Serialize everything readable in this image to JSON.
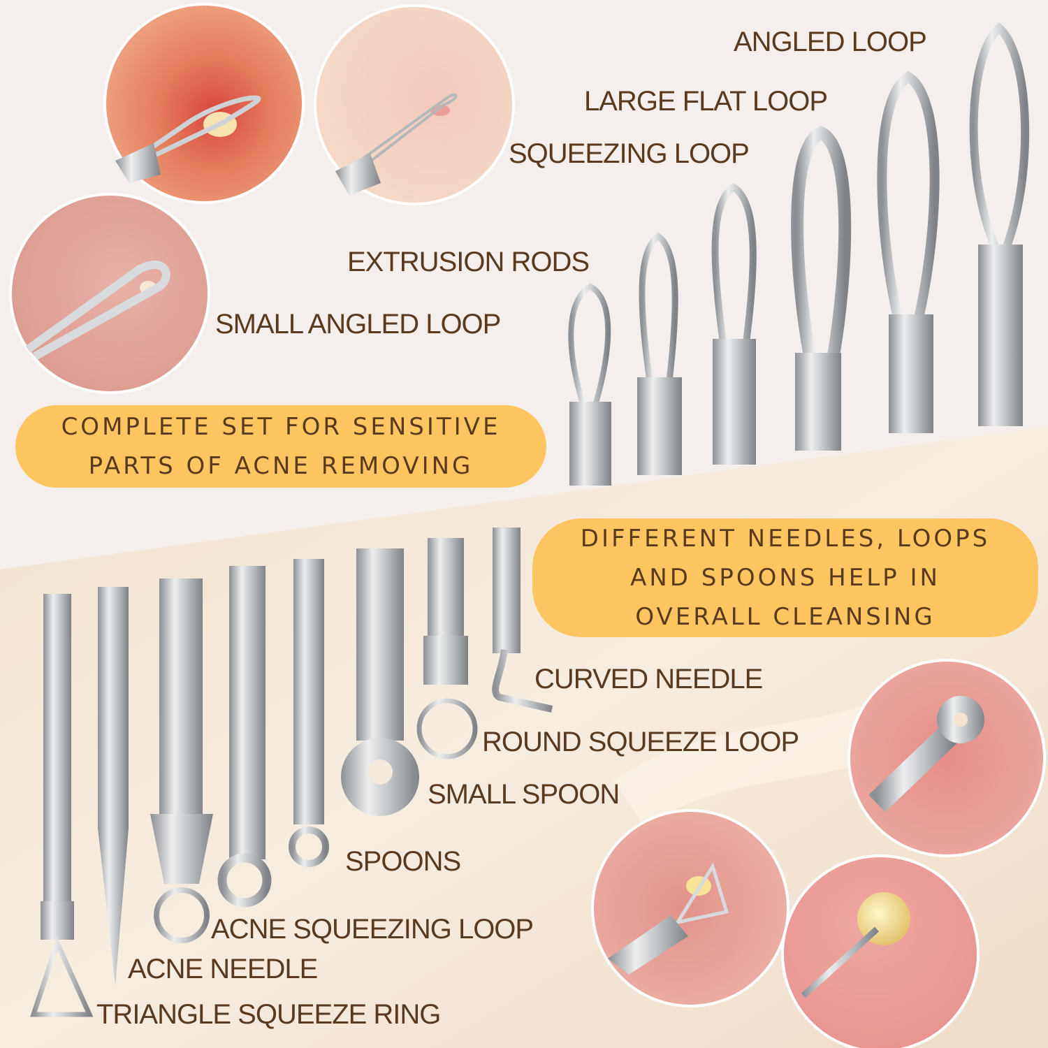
{
  "top_section": {
    "labels": {
      "angled_loop": "ANGLED LOOP",
      "large_flat_loop": "LARGE FLAT LOOP",
      "squeezing_loop": "SQUEEZING LOOP",
      "extrusion_rods": "EXTRUSION RODS",
      "small_angled_loop": "SMALL ANGLED LOOP"
    },
    "banner": {
      "line1": "COMPLETE SET FOR SENSITIVE",
      "line2": "PARTS OF ACNE REMOVING"
    }
  },
  "bottom_section": {
    "banner": {
      "line1": "DIFFERENT NEEDLES, LOOPS",
      "line2": "AND SPOONS HELP IN",
      "line3": "OVERALL CLEANSING"
    },
    "labels": {
      "curved_needle": "CURVED NEEDLE",
      "round_squeeze_loop": "ROUND SQUEEZE LOOP",
      "small_spoon": "SMALL SPOON",
      "spoons": "SPOONS",
      "acne_squeezing_loop": "ACNE SQUEEZING LOOP",
      "acne_needle": "ACNE NEEDLE",
      "triangle_squeeze_ring": "TRIANGLE SQUEEZE RING"
    }
  },
  "colors": {
    "text": "#5a3a1e",
    "banner": "#ffc561",
    "top_background": "#f4efec",
    "bottom_background": "#f3e4d3",
    "metal": "#c9cbcd"
  }
}
